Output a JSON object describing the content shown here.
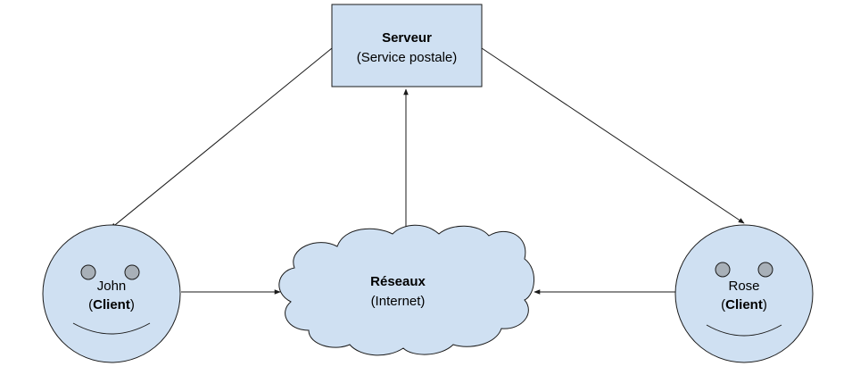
{
  "colors": {
    "node_fill": "#cfe0f2",
    "stroke": "#1a1a1a",
    "eye_fill": "#a8b0b8",
    "background": "#ffffff"
  },
  "server": {
    "title": "Serveur",
    "subtitle": "(Service postale)"
  },
  "network": {
    "title": "Réseaux",
    "subtitle": "(Internet)"
  },
  "clients": [
    {
      "name": "John",
      "role": "Client",
      "icon": "smiley-face-icon"
    },
    {
      "name": "Rose",
      "role": "Client",
      "icon": "smiley-face-icon"
    }
  ]
}
